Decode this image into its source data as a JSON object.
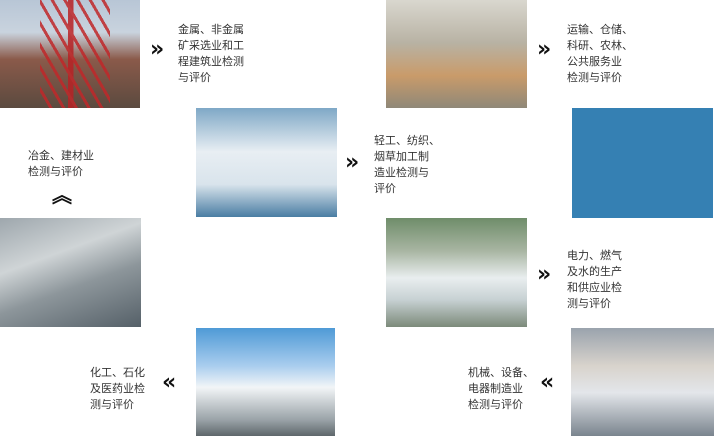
{
  "items": [
    {
      "label": "金属、非金属\n矿采选业和工\n程建筑业检测\n与评价",
      "image": "drilling-rig-photo"
    },
    {
      "label": "运输、仓储、\n科研、农林、\n公共服务业\n检测与评价",
      "image": "warehouse-photo"
    },
    {
      "label": "轻工、纺织、\n烟草加工制\n造业检测与\n评价",
      "image": "lab-workers-photo"
    },
    {
      "label": "冶金、建材业\n检测与评价",
      "image": "rotary-kiln-photo"
    },
    {
      "label": "电力、燃气\n及水的生产\n和供应业检\n测与评价",
      "image": "dam-photo"
    },
    {
      "label": "化工、石化\n及医药业检\n测与评价",
      "image": "chemical-plant-photo"
    },
    {
      "label": "机械、设备、\n电器制造业\n检测与评价",
      "image": "machinery-photo"
    }
  ],
  "arrows": {
    "right": "»",
    "left": "«",
    "up": "︽"
  },
  "colors": {
    "accent_block": "#3580b3"
  }
}
